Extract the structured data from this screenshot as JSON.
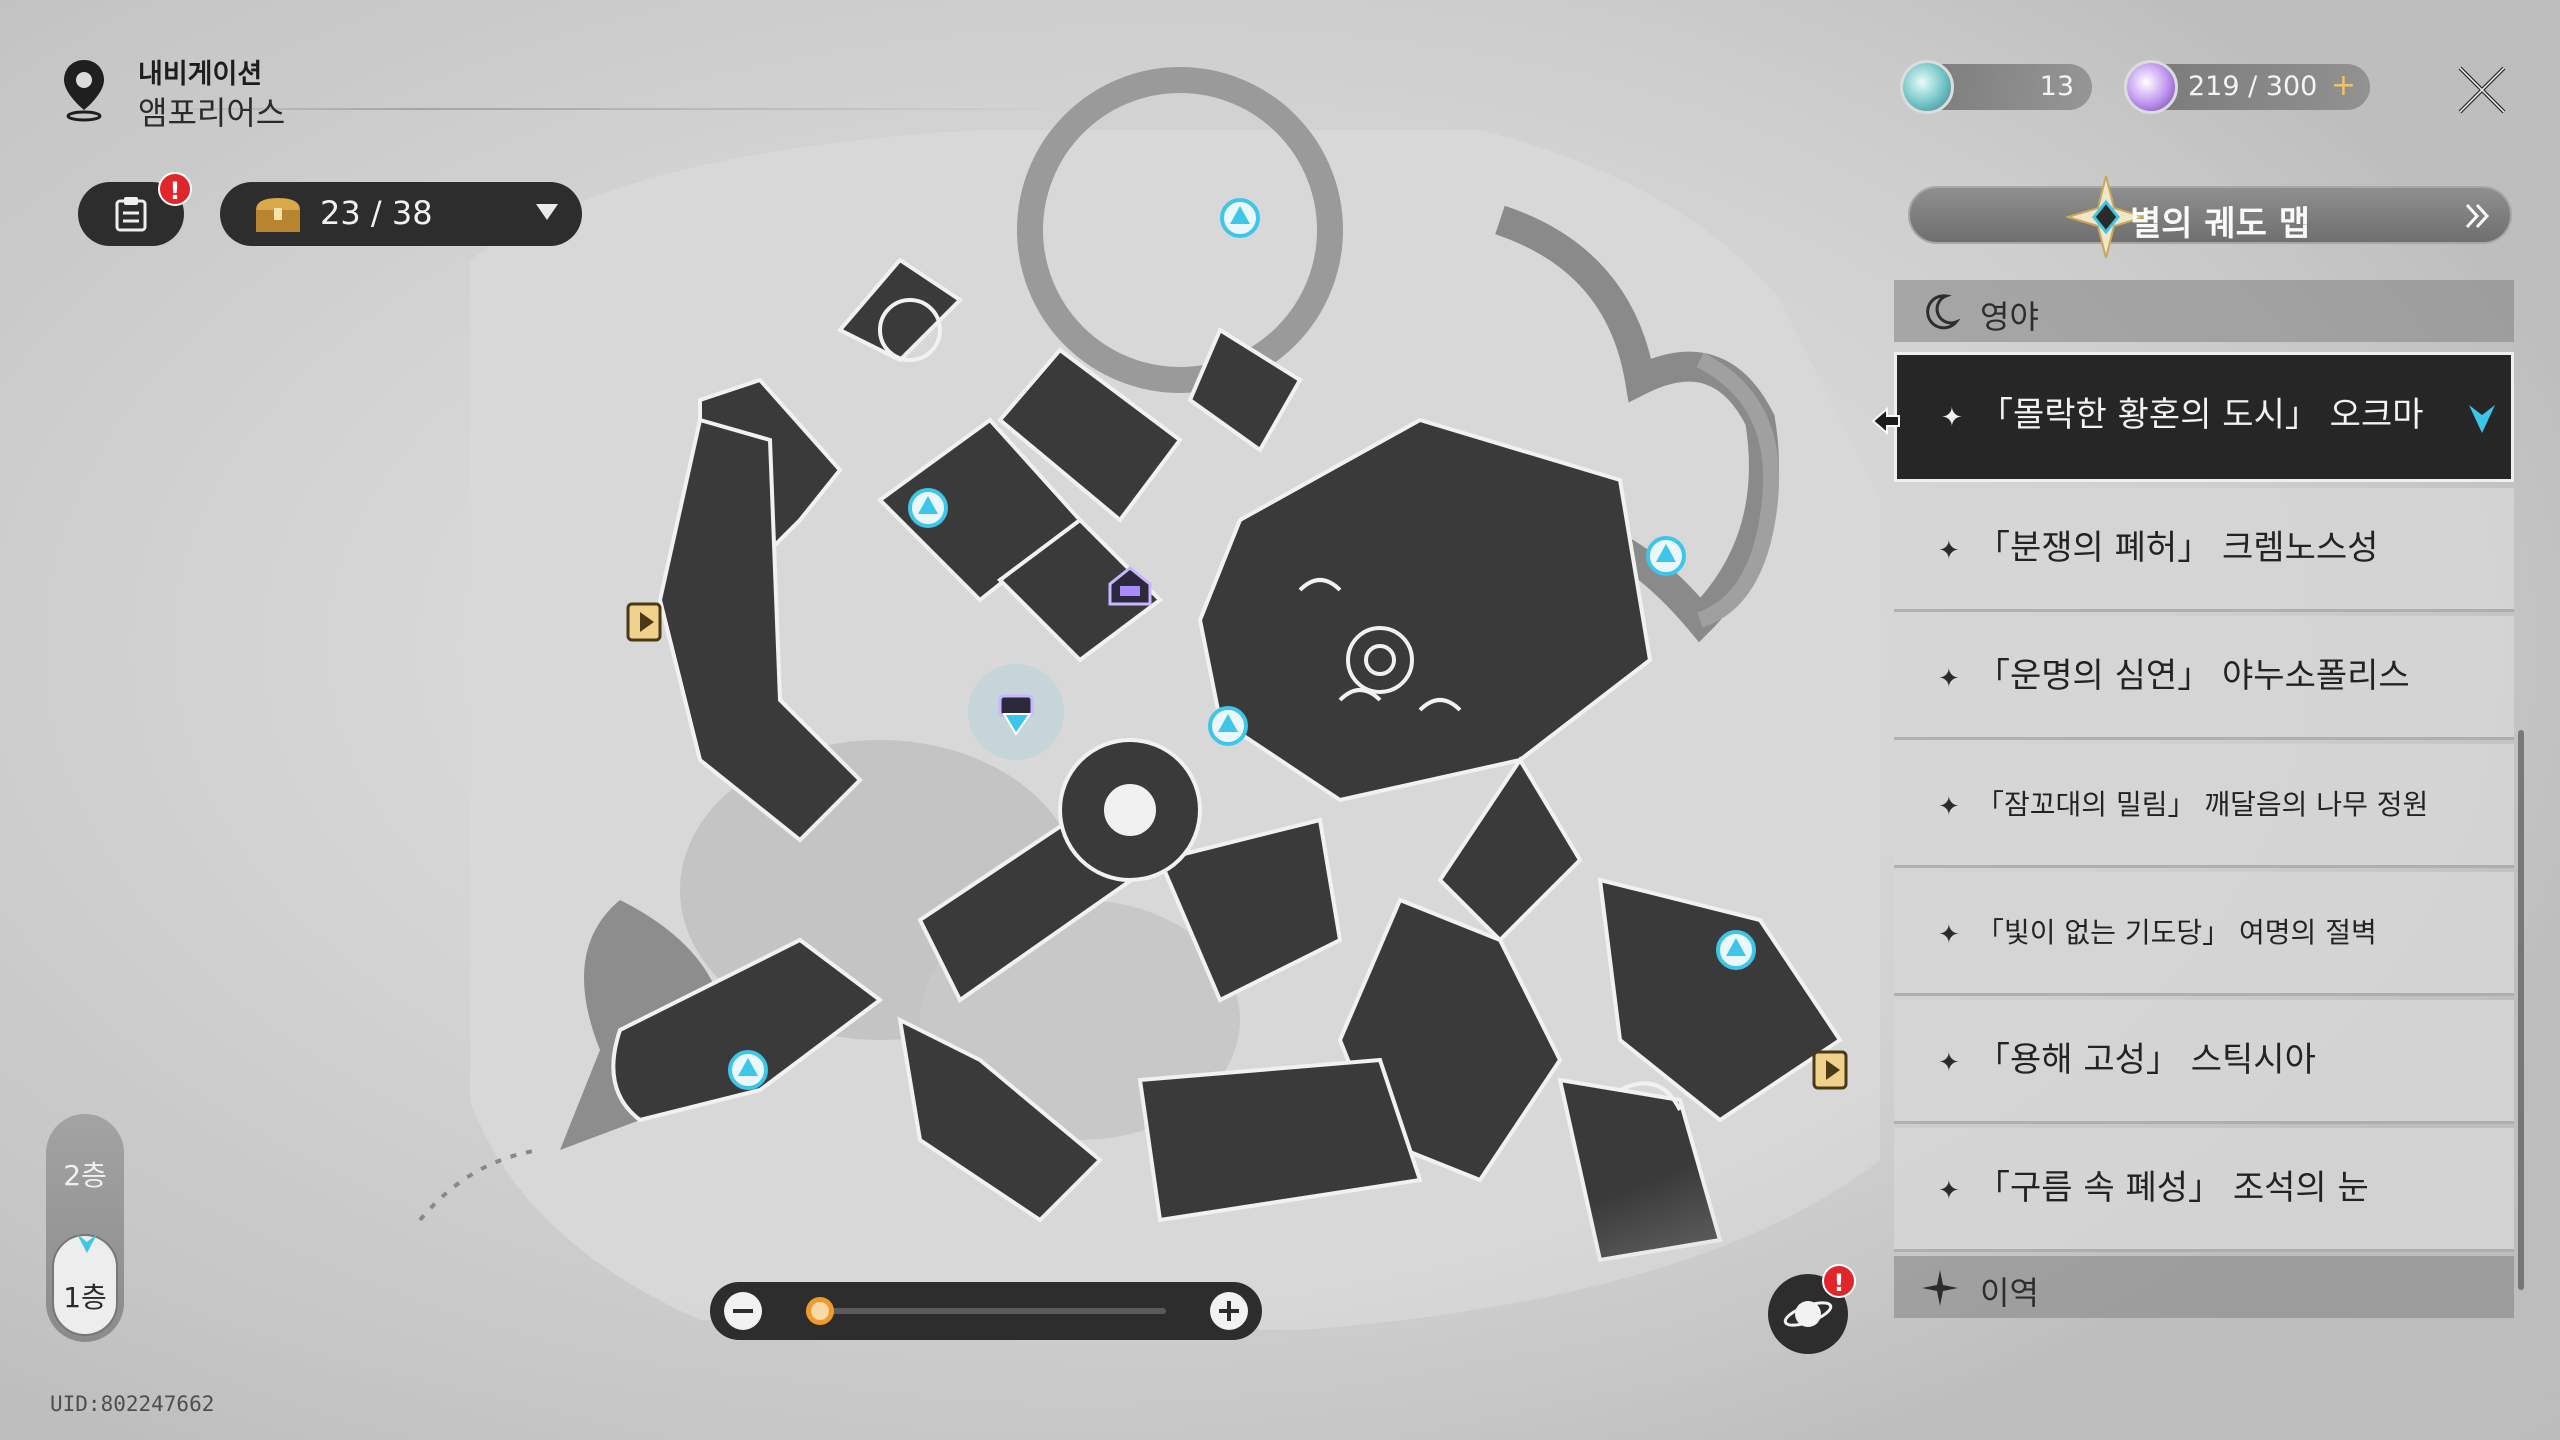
{
  "navigation": {
    "label": "내비게이션",
    "area": "앰포리어스"
  },
  "currencies": {
    "fuel_count": "13",
    "stamina": "219 / 300",
    "add_symbol": "+"
  },
  "treasure": {
    "count": "23 / 38"
  },
  "quest_alert": "!",
  "planet_alert": "!",
  "star_rail_map": {
    "label": "별의 궤도 맵"
  },
  "sections": {
    "first": "영야",
    "second": "이역"
  },
  "regions": [
    {
      "label": "「몰락한 황혼의 도시」 오크마",
      "selected": true
    },
    {
      "label": "「분쟁의 폐허」 크렘노스성"
    },
    {
      "label": "「운명의 심연」 야누소폴리스"
    },
    {
      "label": "「잠꼬대의 밀림」 깨달음의 나무 정원"
    },
    {
      "label": "「빛이 없는 기도당」 여명의 절벽"
    },
    {
      "label": "「용해 고성」 스틱시아"
    },
    {
      "label": "「구름 속 폐성」 조석의 눈"
    }
  ],
  "floors": {
    "upper": "2층",
    "current": "1층"
  },
  "zoom": {
    "level": 0.0
  },
  "uid": "UID:802247662",
  "colors": {
    "accent_cyan": "#3ec6e8",
    "selected_bg": "#262626",
    "zoom_orange": "#f09a2c",
    "alert_red": "#e0262a",
    "building_dark": "#3a3a3a"
  },
  "icons": {
    "nav": "location-pin-icon",
    "close": "close-x-icon",
    "quest": "clipboard-icon",
    "treasure": "treasure-chest-icon",
    "map": "star-diamond-icon",
    "section_night": "crescent-moon-icon",
    "section_other": "sparkle-star-icon",
    "teleport": "space-anchor-icon",
    "exit": "exit-door-icon",
    "player": "player-arrow-icon",
    "synthesis": "synthesis-chest-icon",
    "planet": "planet-icon"
  }
}
